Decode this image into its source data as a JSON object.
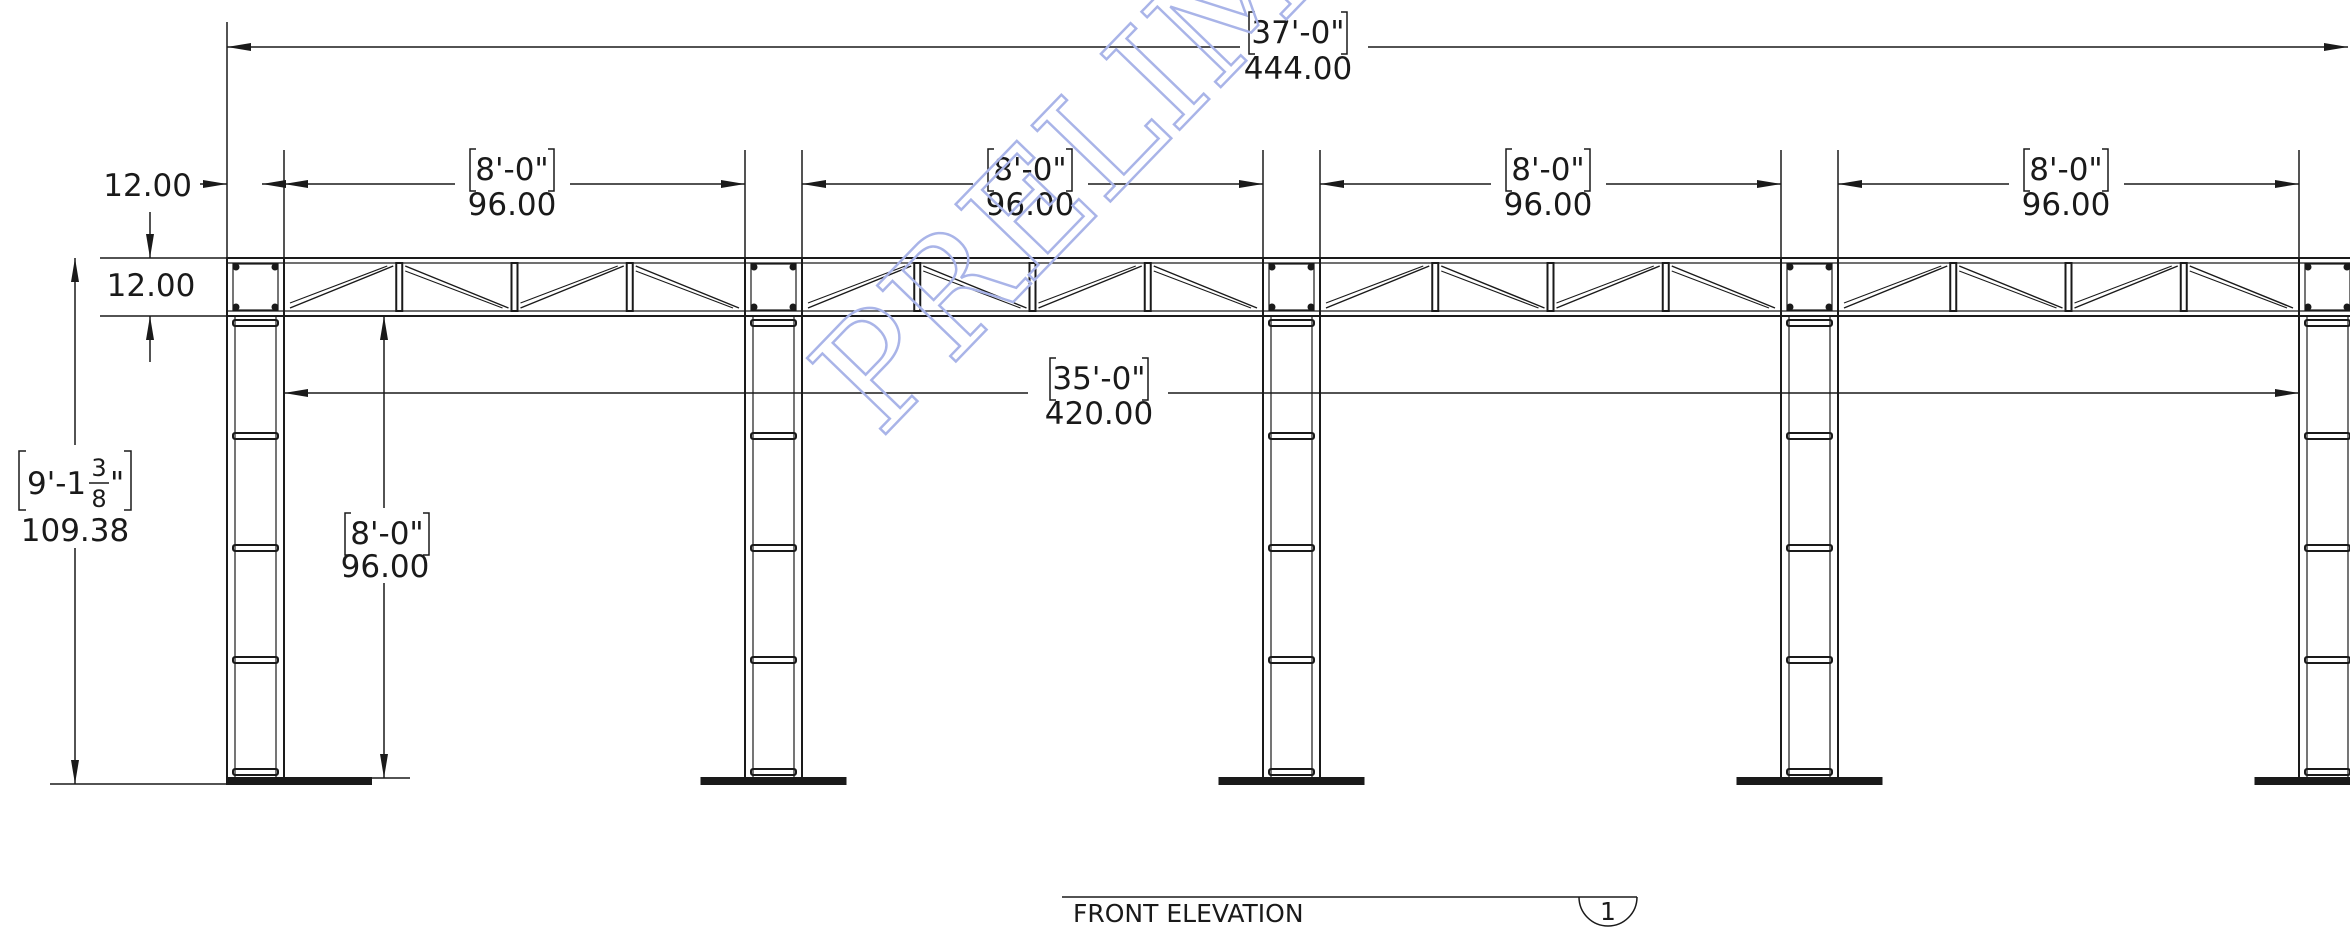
{
  "drawing": {
    "watermark": "PRELIMINARY",
    "overall": {
      "imperial": "37'-0\"",
      "decimal": "444.00"
    },
    "bays": [
      {
        "imperial": "8'-0\"",
        "decimal": "96.00"
      },
      {
        "imperial": "8'-0\"",
        "decimal": "96.00"
      },
      {
        "imperial": "8'-0\"",
        "decimal": "96.00"
      },
      {
        "imperial": "8'-0\"",
        "decimal": "96.00"
      }
    ],
    "left_offset": {
      "decimal": "12.00"
    },
    "truss_depth": {
      "decimal": "12.00"
    },
    "inner_span": {
      "imperial": "35'-0\"",
      "decimal": "420.00"
    },
    "total_height": {
      "feet_inch": "9'-1",
      "num": "3",
      "den": "8",
      "inch_mark": "\"",
      "decimal": "109.38"
    },
    "clear_height": {
      "imperial": "8'-0\"",
      "decimal": "96.00"
    },
    "title": {
      "label": "FRONT ELEVATION",
      "number": "1"
    }
  }
}
